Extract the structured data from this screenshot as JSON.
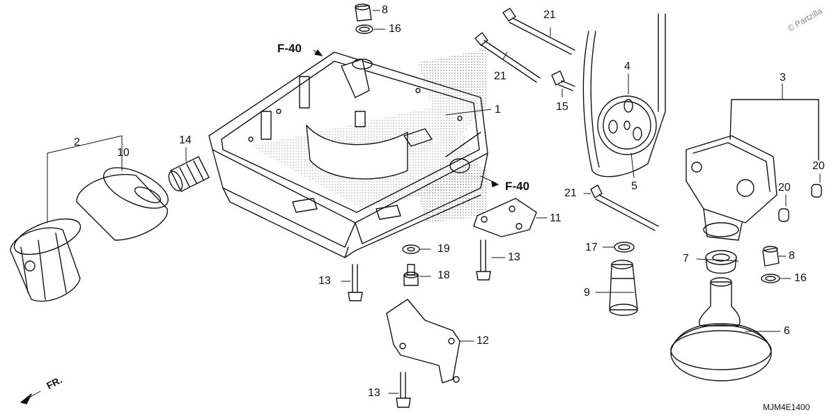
{
  "diagram": {
    "code": "MJM4E1400",
    "watermark": "© Partzilla",
    "front_marker": "FR.",
    "references": [
      "F-40",
      "F-40"
    ],
    "callouts": [
      "1",
      "2",
      "3",
      "4",
      "5",
      "6",
      "7",
      "8",
      "8",
      "9",
      "10",
      "11",
      "12",
      "13",
      "13",
      "13",
      "13",
      "14",
      "15",
      "16",
      "16",
      "17",
      "18",
      "19",
      "20",
      "20",
      "21",
      "21",
      "21"
    ]
  }
}
